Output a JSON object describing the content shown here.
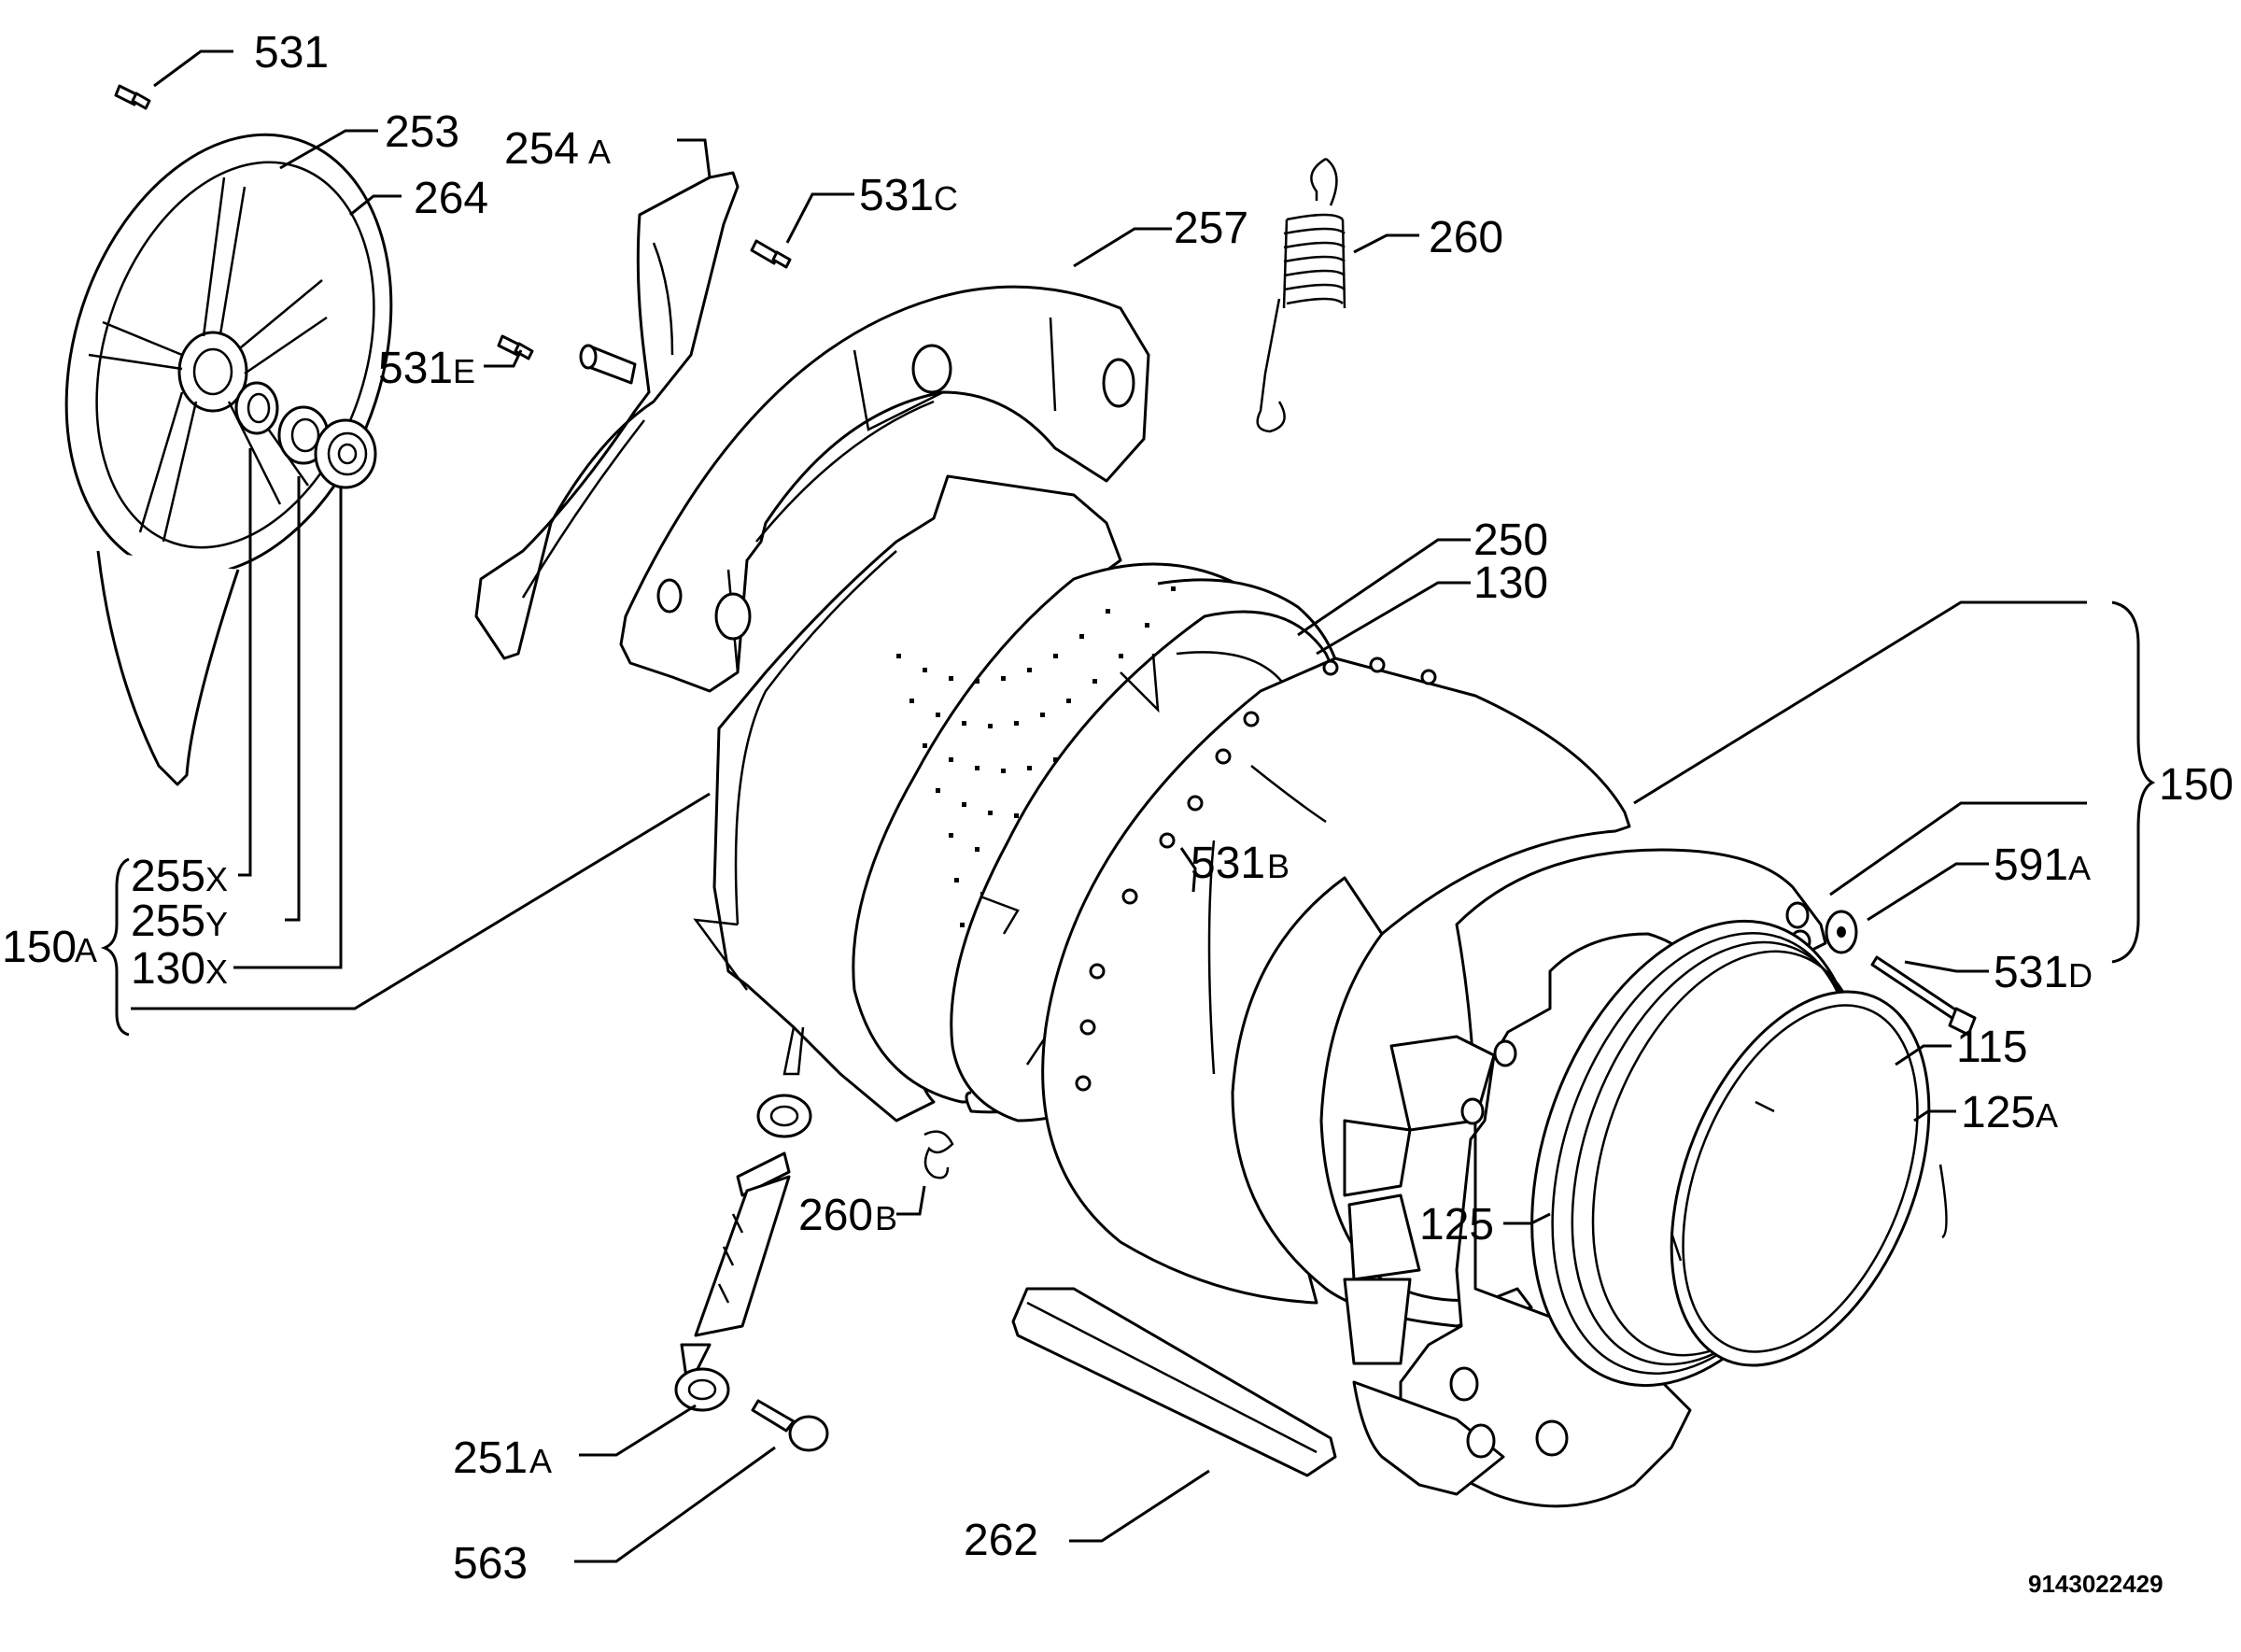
{
  "labels": {
    "l531": "531",
    "l253": "253",
    "l264": "264",
    "l254": "254",
    "l254s": "A",
    "l531c": "531",
    "l531cs": "C",
    "l257": "257",
    "l260": "260",
    "l531e": "531",
    "l531es": "E",
    "l250": "250",
    "l130": "130",
    "l150": "150",
    "l531b": "531",
    "l531bs": "B",
    "l591a": "591",
    "l591as": "A",
    "l531d": "531",
    "l531ds": "D",
    "l115": "115",
    "l125a": "125",
    "l125as": "A",
    "l125": "125",
    "l260b": "260",
    "l260bs": "B",
    "l255x": "255",
    "l255xs": "X",
    "l255y": "255",
    "l255ys": "Y",
    "l130x": "130",
    "l130xs": "X",
    "l150a": "150",
    "l150as": "A",
    "l251a": "251",
    "l251as": "A",
    "l563": "563",
    "l262": "262"
  },
  "document_number": "9143022429"
}
